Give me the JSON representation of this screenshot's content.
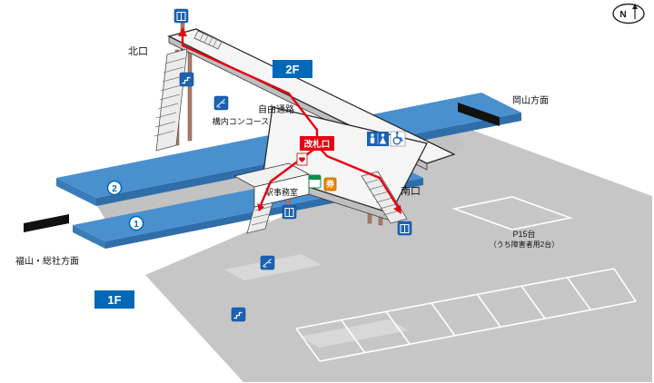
{
  "compass": {
    "label": "N"
  },
  "floors": {
    "floor2": "2F",
    "floor1": "1F"
  },
  "exits": {
    "north": "北口",
    "south": "南口"
  },
  "areas": {
    "free_passage": "自由通路",
    "concourse": "構内コンコース",
    "ticket_gate": "改札口",
    "station_office": "駅事務室"
  },
  "directions": {
    "okayama": "岡山方面",
    "fukuyama": "福山・総社方面"
  },
  "platforms": {
    "platform1": "1",
    "platform2": "2"
  },
  "parking": {
    "line1": "P15台",
    "line2": "（うち障害者用2台）"
  },
  "machines": {
    "ticket": "券"
  },
  "icons": {
    "compass": "compass-north-icon",
    "elevator": "elevator-icon",
    "escalator": "escalator-icon",
    "stairs": "stairs-icon",
    "toilet": "toilet-icon",
    "wheelchair": "wheelchair-accessible-icon",
    "aed": "aed-icon",
    "fare_adjustment": "fare-adjustment-machine-icon",
    "ticket_machine": "ticket-vending-machine-icon"
  },
  "colors": {
    "floor_badge_blue": "#0068b7",
    "platform_blue": "#4a90cf",
    "route_red": "#e60012",
    "sign_blue": "#1b62b5",
    "ground_gray": "#c6c6c6"
  }
}
